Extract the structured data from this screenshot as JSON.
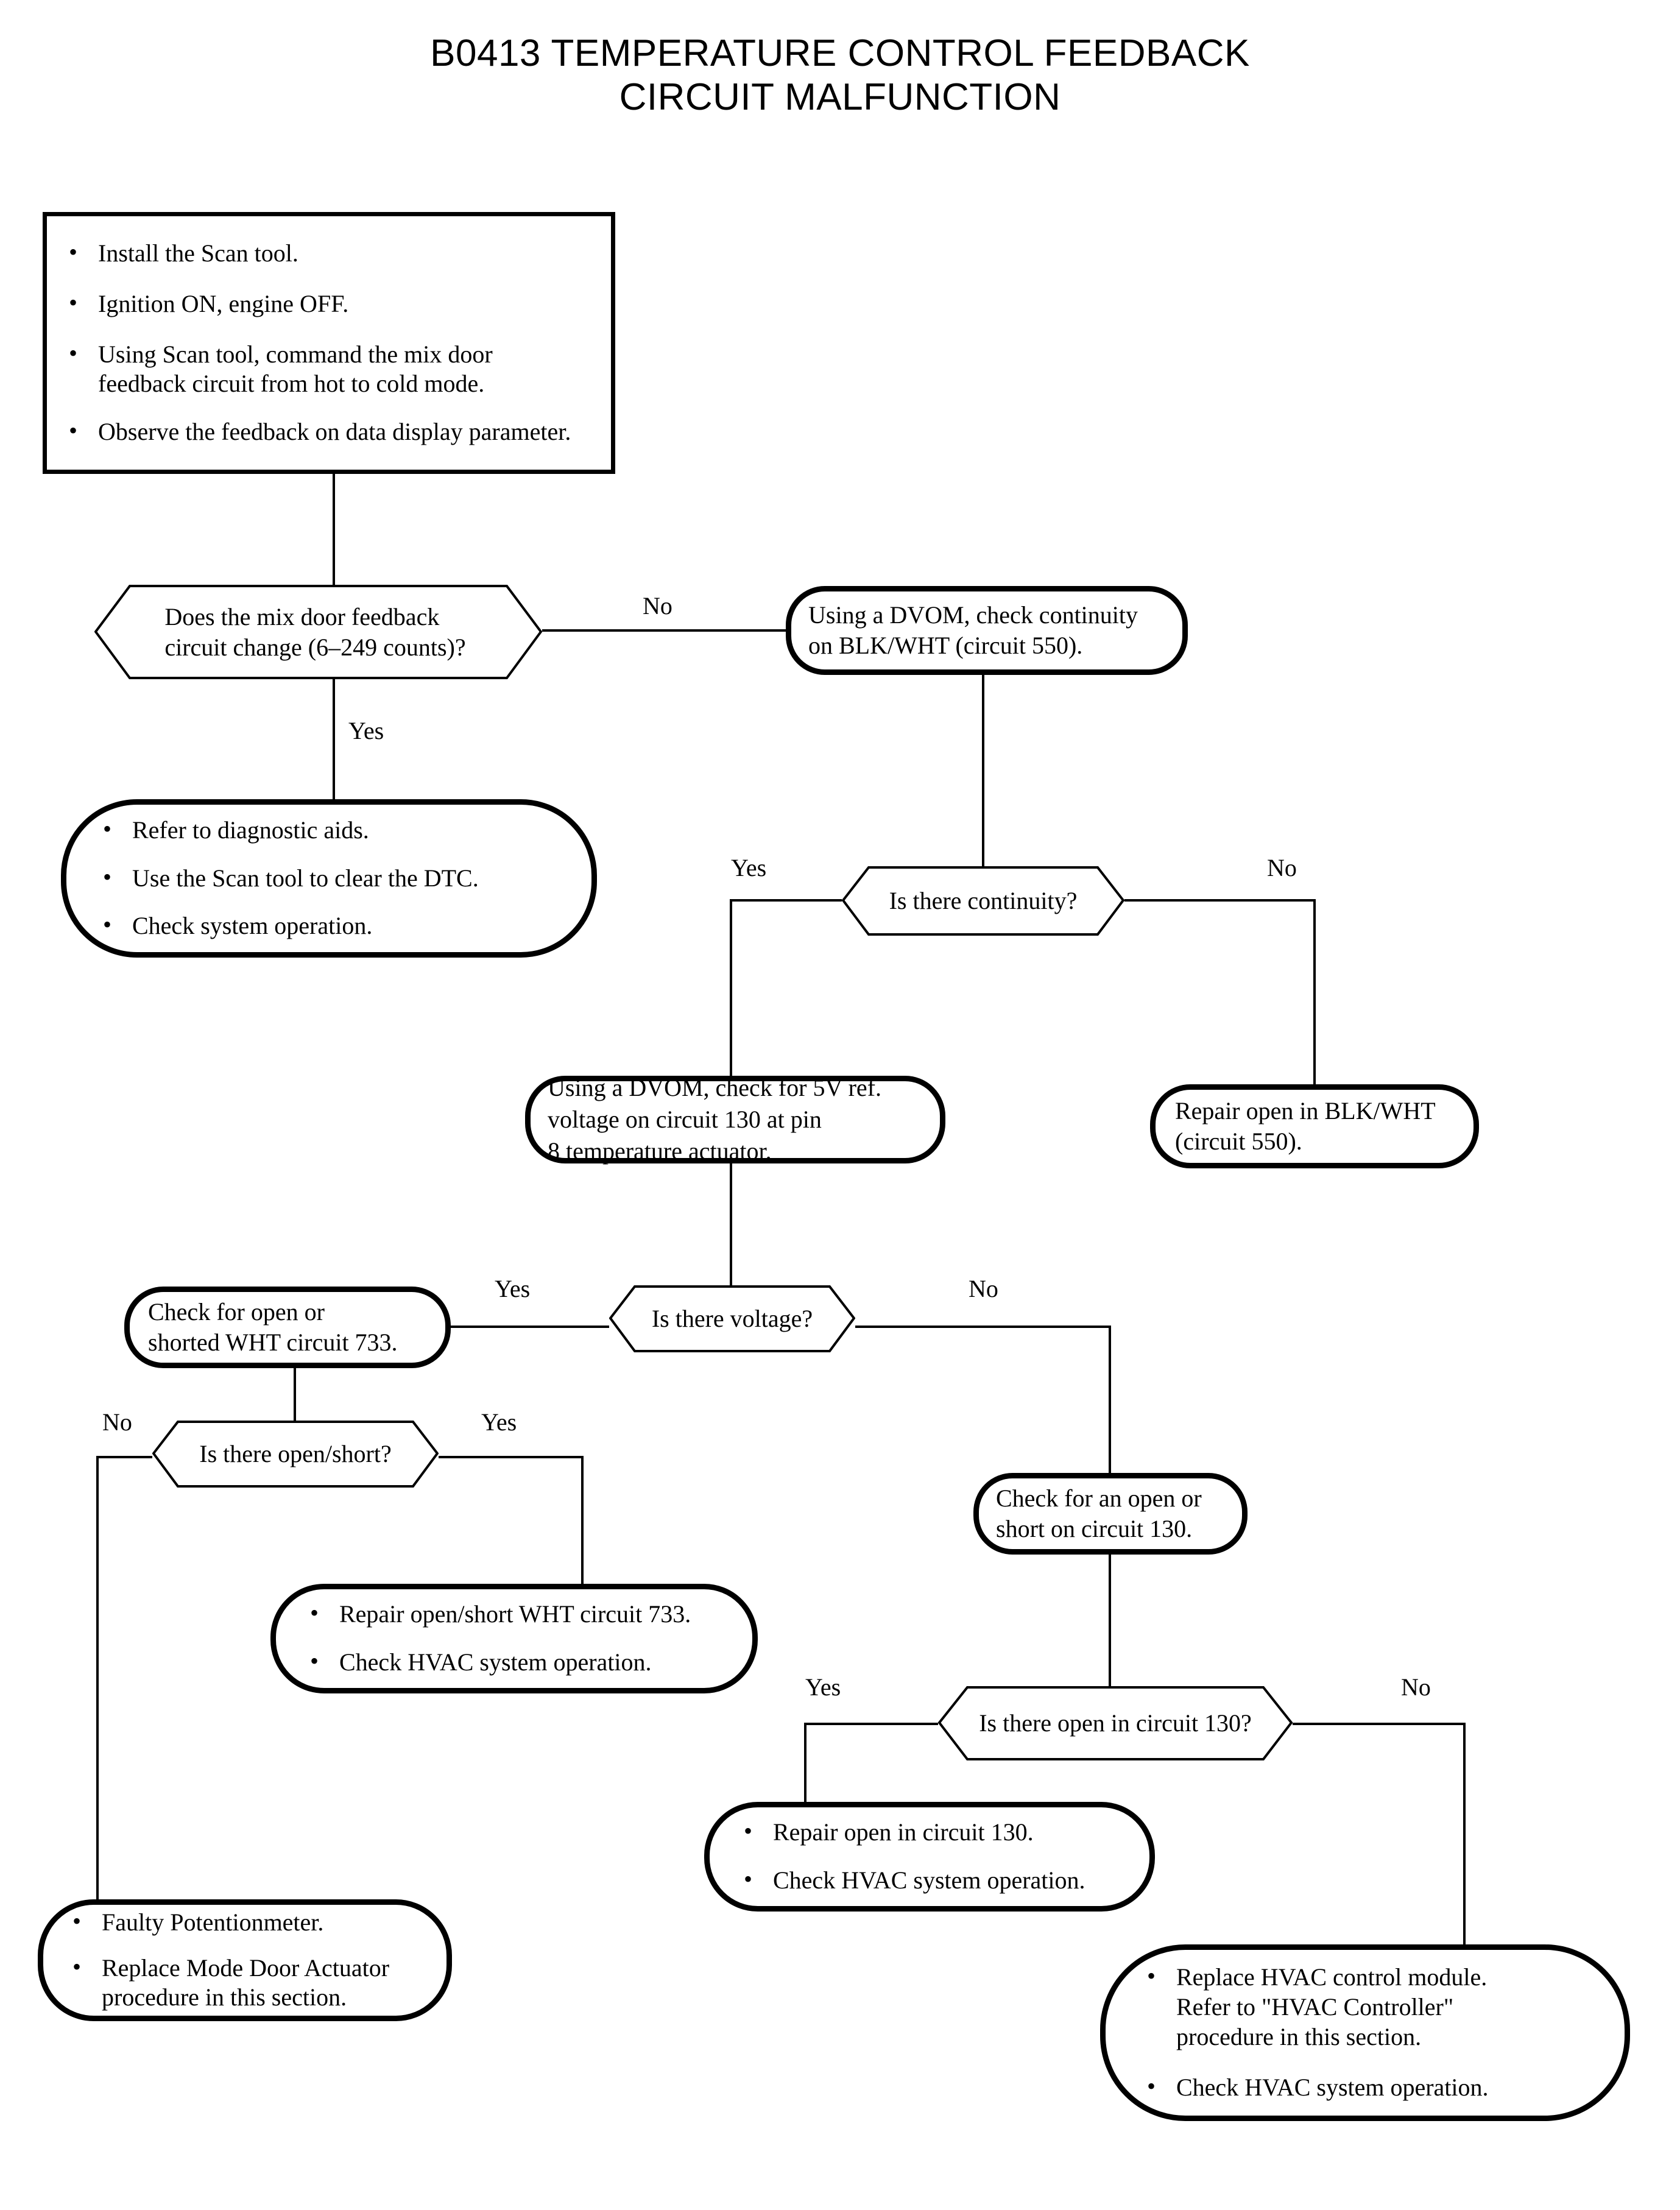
{
  "title": "B0413 TEMPERATURE CONTROL FEEDBACK\nCIRCUIT MALFUNCTION",
  "colors": {
    "ink": "#000000",
    "paper": "#ffffff"
  },
  "nodes": {
    "start_steps": {
      "shape": "rectangle",
      "bullets": [
        "Install the Scan tool.",
        "Ignition ON, engine OFF.",
        "Using Scan tool, command the mix door\nfeedback circuit from hot to cold mode.",
        "Observe the feedback on data display parameter."
      ]
    },
    "q_mix_door": {
      "shape": "hexagon",
      "text": "Does the mix door feedback\ncircuit change (6–249 counts)?"
    },
    "diagnostic_aids": {
      "shape": "rounded",
      "bullets": [
        "Refer to diagnostic aids.",
        "Use the Scan tool to clear the DTC.",
        "Check system operation."
      ]
    },
    "check_continuity": {
      "shape": "rounded",
      "text": "Using a DVOM, check continuity\non BLK/WHT (circuit 550)."
    },
    "q_continuity": {
      "shape": "hexagon",
      "text": "Is there continuity?"
    },
    "check_5v": {
      "shape": "rounded",
      "text": "Using a DVOM, check for 5V ref.\nvoltage on circuit 130 at pin\n8 temperature actuator."
    },
    "repair_blkwht": {
      "shape": "rounded",
      "text": "Repair open in BLK/WHT\n(circuit 550)."
    },
    "q_voltage": {
      "shape": "hexagon",
      "text": "Is there voltage?"
    },
    "check_wht733": {
      "shape": "rounded",
      "text": "Check for open or\nshorted WHT circuit 733."
    },
    "q_open_short": {
      "shape": "hexagon",
      "text": "Is there open/short?"
    },
    "repair_wht733": {
      "shape": "rounded",
      "bullets": [
        "Repair open/short WHT circuit 733.",
        "Check HVAC system operation."
      ]
    },
    "check_circuit130": {
      "shape": "rounded",
      "text": "Check for an open or\nshort on circuit 130."
    },
    "q_open_130": {
      "shape": "hexagon",
      "text": "Is there open in circuit 130?"
    },
    "repair_130": {
      "shape": "rounded",
      "bullets": [
        "Repair open in circuit 130.",
        "Check HVAC system operation."
      ]
    },
    "faulty_pot": {
      "shape": "rounded",
      "bullets": [
        "Faulty Potentionmeter.",
        "Replace Mode Door Actuator\nprocedure in this section."
      ]
    },
    "replace_hvac": {
      "shape": "rounded",
      "bullets": [
        "Replace HVAC control module.\nRefer to \"HVAC Controller\"\nprocedure in this section.",
        "Check HVAC system operation."
      ]
    }
  },
  "edge_labels": {
    "mix_door_no": "No",
    "mix_door_yes": "Yes",
    "continuity_yes": "Yes",
    "continuity_no": "No",
    "voltage_yes": "Yes",
    "voltage_no": "No",
    "open_short_no": "No",
    "open_short_yes": "Yes",
    "open130_yes": "Yes",
    "open130_no": "No"
  }
}
